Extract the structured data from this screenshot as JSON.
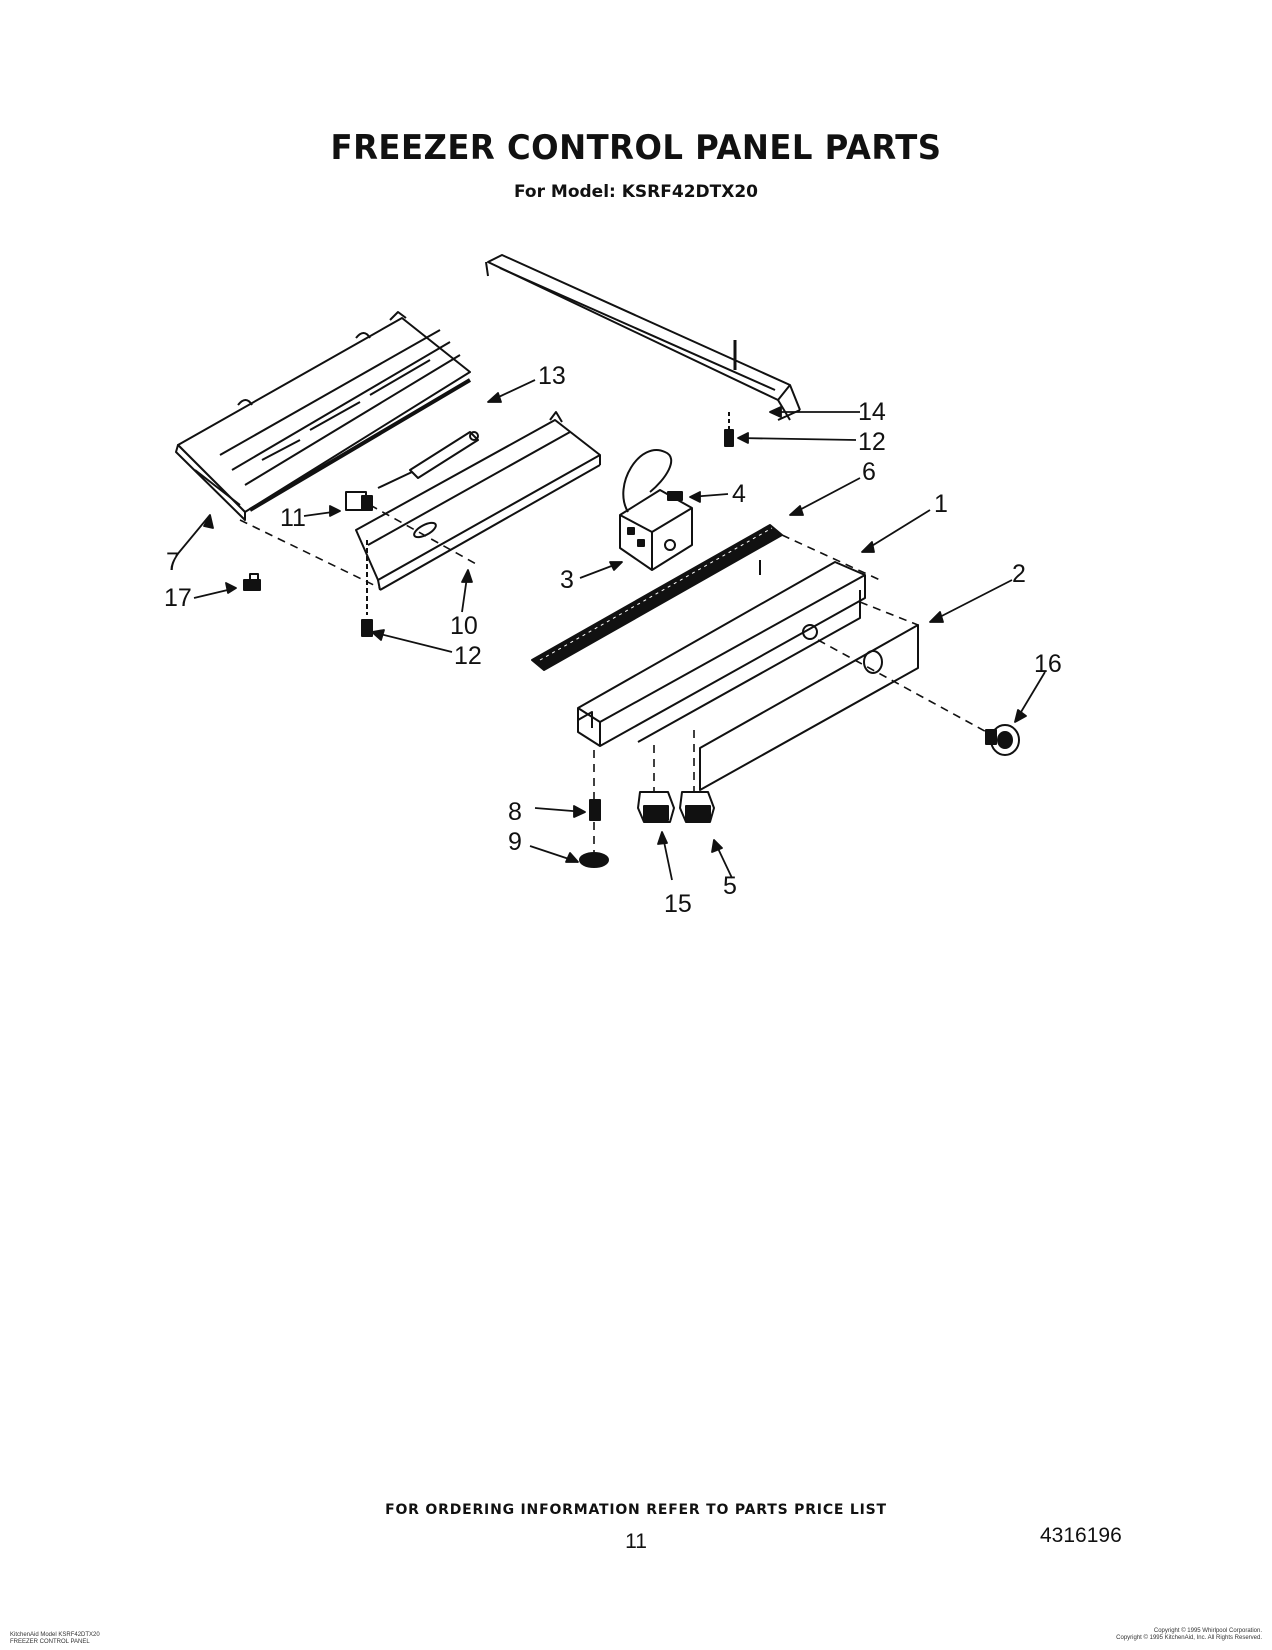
{
  "header": {
    "title": "FREEZER CONTROL PANEL PARTS",
    "subtitle": "For Model: KSRF42DTX20"
  },
  "callouts": [
    {
      "id": "c1",
      "label": "1"
    },
    {
      "id": "c2",
      "label": "2"
    },
    {
      "id": "c3",
      "label": "3"
    },
    {
      "id": "c4",
      "label": "4"
    },
    {
      "id": "c5",
      "label": "5"
    },
    {
      "id": "c6",
      "label": "6"
    },
    {
      "id": "c7",
      "label": "7"
    },
    {
      "id": "c8",
      "label": "8"
    },
    {
      "id": "c9",
      "label": "9"
    },
    {
      "id": "c10",
      "label": "10"
    },
    {
      "id": "c11",
      "label": "11"
    },
    {
      "id": "c12a",
      "label": "12"
    },
    {
      "id": "c12b",
      "label": "12"
    },
    {
      "id": "c13",
      "label": "13"
    },
    {
      "id": "c14",
      "label": "14"
    },
    {
      "id": "c15",
      "label": "15"
    },
    {
      "id": "c16",
      "label": "16"
    },
    {
      "id": "c17",
      "label": "17"
    }
  ],
  "footer": {
    "ordering_note": "FOR ORDERING INFORMATION REFER TO PARTS PRICE LIST",
    "page_number": "11",
    "doc_number": "4316196",
    "left_line1": "KitchenAid Model KSRF42DTX20",
    "left_line2": "FREEZER CONTROL PANEL",
    "right_line1": "Copyright © 1995 Whirlpool Corporation.",
    "right_line2": "Copyright © 1995 KitchenAid, Inc. All Rights Reserved."
  }
}
